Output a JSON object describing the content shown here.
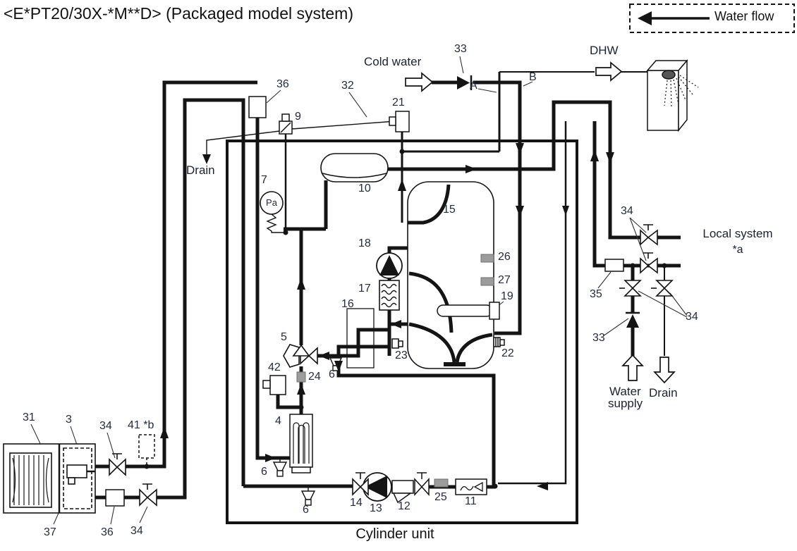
{
  "title": "<E*PT20/30X-*M**D> (Packaged model system)",
  "legend": {
    "water_flow": "Water flow"
  },
  "flow_labels": {
    "cold_water": "Cold water",
    "dhw": "DHW",
    "drain_top": "Drain",
    "water_supply_l1": "Water",
    "water_supply_l2": "supply",
    "drain_bottom": "Drain"
  },
  "unit_labels": {
    "cylinder_unit": "Cylinder unit",
    "local_system_l1": "Local system",
    "local_system_l2": "*a",
    "pressure_gauge": "Pa"
  },
  "pipe_labels": {
    "a": "A",
    "b": "B"
  },
  "parts": {
    "p3": "3",
    "p4": "4",
    "p5": "5",
    "p6": "6",
    "p7": "7",
    "p9": "9",
    "p10": "10",
    "p11": "11",
    "p12": "12",
    "p13": "13",
    "p14": "14",
    "p15": "15",
    "p16": "16",
    "p17": "17",
    "p18": "18",
    "p19": "19",
    "p21": "21",
    "p22": "22",
    "p23": "23",
    "p24": "24",
    "p25": "25",
    "p26": "26",
    "p27": "27",
    "p31": "31",
    "p32": "32",
    "p33": "33",
    "p34": "34",
    "p35": "35",
    "p36": "36",
    "p37": "37",
    "p41": "41 *b",
    "p42": "42"
  }
}
